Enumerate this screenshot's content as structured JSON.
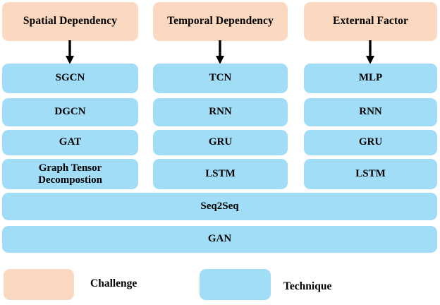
{
  "figure": {
    "title": "",
    "type": "hierarchy-diagram",
    "colors": {
      "challenge": "#FBD9C0",
      "technique": "#A2DDF7",
      "text": "#000000",
      "background": "#FFFFFF",
      "arrow": "#000000"
    }
  },
  "columns": [
    {
      "id": "spatial",
      "header": "Spatial Dependency",
      "arrow_icon": "down-arrow-icon",
      "techniques": [
        "SGCN",
        "DGCN",
        "GAT"
      ],
      "technique_multiline": {
        "line1": "Graph Tensor",
        "line2": "Decompostion"
      }
    },
    {
      "id": "temporal",
      "header": "Temporal Dependency",
      "arrow_icon": "down-arrow-icon",
      "techniques": [
        "TCN",
        "RNN",
        "GRU",
        "LSTM"
      ]
    },
    {
      "id": "external",
      "header": "External Factor",
      "arrow_icon": "down-arrow-icon",
      "techniques": [
        "MLP",
        "RNN",
        "GRU",
        "LSTM"
      ]
    }
  ],
  "shared_techniques": [
    "Seq2Seq",
    "GAN"
  ],
  "legend": {
    "items": [
      {
        "label": "Challenge",
        "color": "#FBD9C0"
      },
      {
        "label": "Technique",
        "color": "#A2DDF7"
      }
    ]
  }
}
